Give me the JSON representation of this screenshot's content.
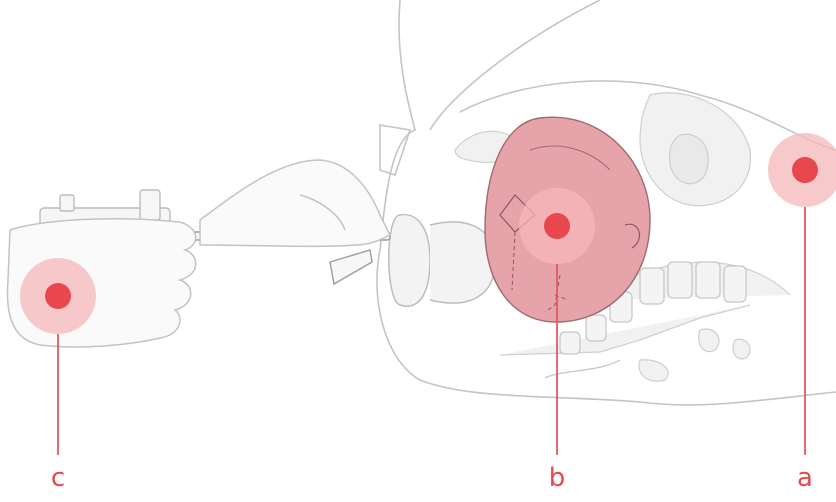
{
  "colors": {
    "accent": "#e8474e",
    "halo": "#f6b7ba",
    "line": "#e35a5f",
    "drawing": "#b9b9b9",
    "head_fill": "#e7a3aa"
  },
  "callouts": [
    {
      "id": "c",
      "label": "c"
    },
    {
      "id": "b",
      "label": "b"
    },
    {
      "id": "a",
      "label": "a"
    }
  ]
}
